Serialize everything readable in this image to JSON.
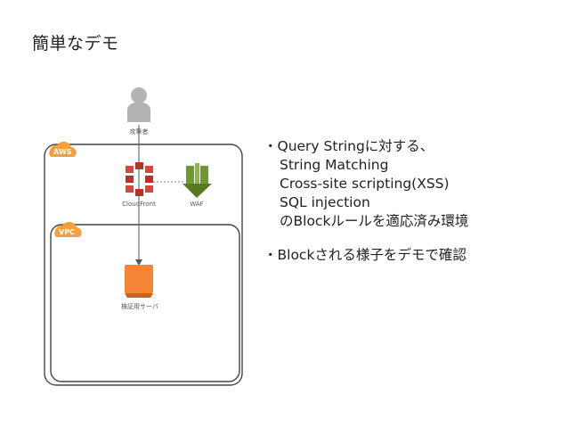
{
  "slide": {
    "title": "簡単なデモ"
  },
  "diagram": {
    "attacker_label": "攻撃者",
    "aws_tag": "AWS",
    "vpc_tag": "VPC",
    "cloudfront_label": "CloudFront",
    "waf_label": "WAF",
    "server_label": "検証用サーバ",
    "colors": {
      "aws_orange": "#f5a03c",
      "cloudfront_red": "#d9453a",
      "waf_green": "#6e9a2f",
      "server_orange": "#f58534",
      "person_gray": "#b3b3b3"
    }
  },
  "bullets": [
    {
      "lines": [
        "・Query Stringに対する、",
        "String Matching",
        "Cross-site scripting(XSS)",
        "SQL injection",
        "のBlockルールを適応済み環境"
      ]
    },
    {
      "lines": [
        "・Blockされる様子をデモで確認"
      ]
    }
  ]
}
